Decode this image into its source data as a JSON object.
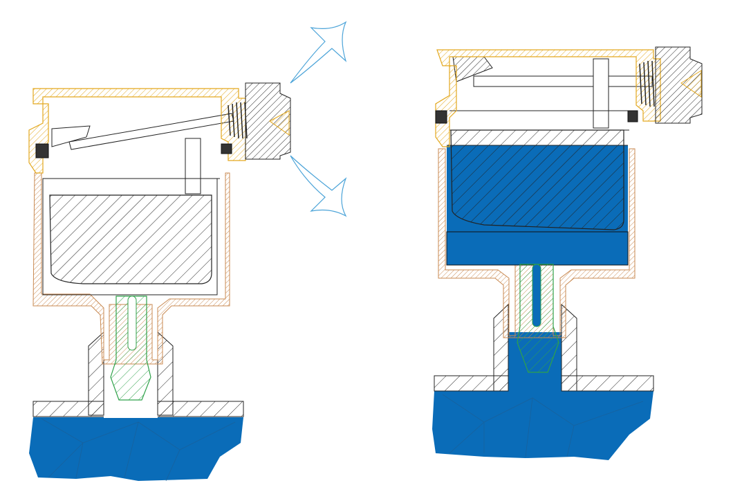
{
  "figure": {
    "panels": [
      {
        "name": "left",
        "state": "venting",
        "description_labels": []
      },
      {
        "name": "right",
        "state": "closed",
        "description_labels": []
      }
    ],
    "colors": {
      "background": "#ffffff",
      "water": "#0a6cb8",
      "brass": "#e3a81e",
      "copper_body": "#c98a52",
      "valve_stem": "#2fa24a",
      "hatch": "#1a1a1a",
      "air_arrow": "#4aa3d8"
    },
    "icons": [
      "air-arrow-icon",
      "water-fill",
      "float-body",
      "vent-valve"
    ]
  }
}
